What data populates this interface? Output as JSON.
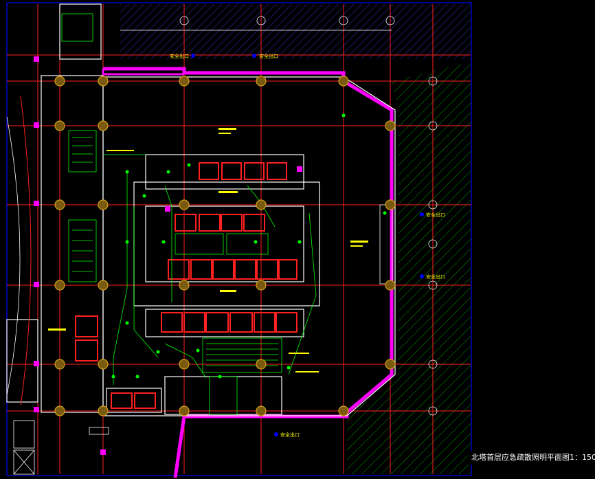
{
  "drawing": {
    "title": "北塔首层应急疏散照明平面图1：150",
    "exit_labels": [
      "安全出口",
      "安全出口",
      "安全出口",
      "安全出口",
      "安全出口"
    ],
    "colors": {
      "background": "#000000",
      "structure": "#ff2020",
      "wall": "#ffffff",
      "curtain_wall": "#ff00ff",
      "column": "#d4a017",
      "lighting": "#00ff00",
      "text": "#ffff00",
      "exit_marker": "#0000ff",
      "paving": "#00b000",
      "border": "#0000cc"
    }
  }
}
